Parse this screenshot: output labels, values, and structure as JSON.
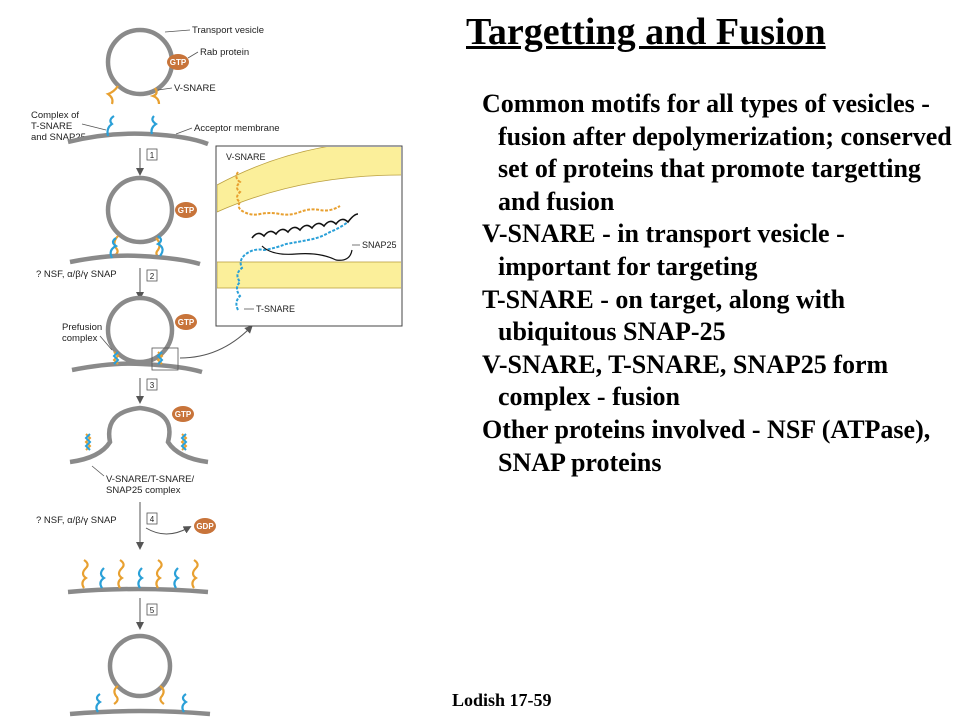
{
  "slide": {
    "title": "Targetting and Fusion",
    "bullets": [
      "Common motifs for all types of vesicles - fusion after depolymerization; conserved set of proteins that promote targetting and fusion",
      "V-SNARE - in transport vesicle - important for targeting",
      "T-SNARE - on target, along with ubiquitous SNAP-25",
      "V-SNARE, T-SNARE, SNAP25 form complex - fusion",
      "Other proteins involved - NSF (ATPase), SNAP proteins"
    ],
    "credit": "Lodish 17-59"
  },
  "figure": {
    "labels": {
      "transport_vesicle": "Transport vesicle",
      "rab_protein": "Rab protein",
      "v_snare": "V-SNARE",
      "complex_line1": "Complex of",
      "complex_line2": "T-SNARE",
      "complex_line3": "and SNAP25",
      "acceptor_membrane": "Acceptor membrane",
      "nsf_snap_1": "? NSF, α/β/γ SNAP",
      "prefusion_line1": "Prefusion",
      "prefusion_line2": "complex",
      "vt_complex_line1": "V-SNARE/T-SNARE/",
      "vt_complex_line2": "SNAP25 complex",
      "nsf_snap_2": "? NSF, α/β/γ SNAP",
      "inset_v_snare": "V-SNARE",
      "inset_snap25": "SNAP25",
      "inset_t_snare": "T-SNARE"
    },
    "badges": {
      "gtp": "GTP",
      "gdp": "GDP"
    },
    "steps": [
      "1",
      "2",
      "3",
      "4",
      "5"
    ],
    "colors": {
      "membrane": "#8a8a8a",
      "v_snare": "#e8a030",
      "t_snare": "#2aa0d8",
      "badge": "#c8743a",
      "inset_band": "#fbef9a",
      "snap25": "#111111"
    }
  }
}
